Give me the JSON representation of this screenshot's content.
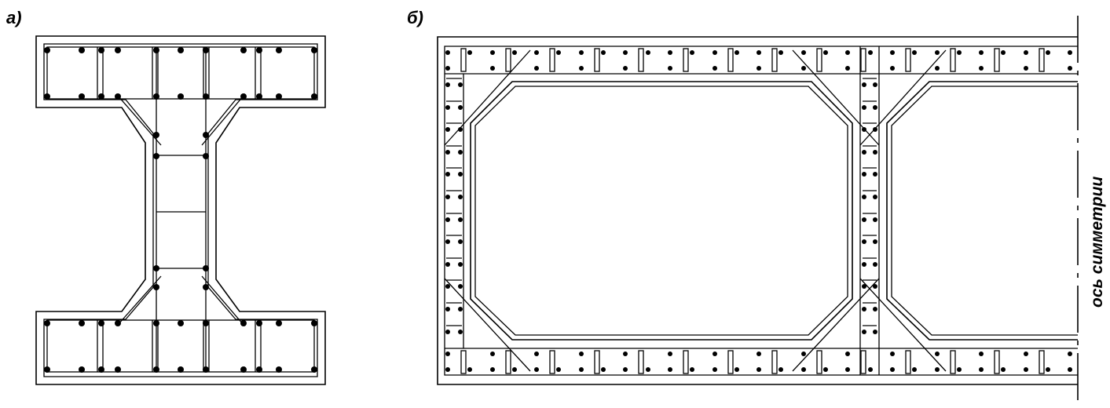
{
  "diagram": {
    "label_a": "а)",
    "label_b": "б)",
    "axis_label": "ось симметрии"
  }
}
